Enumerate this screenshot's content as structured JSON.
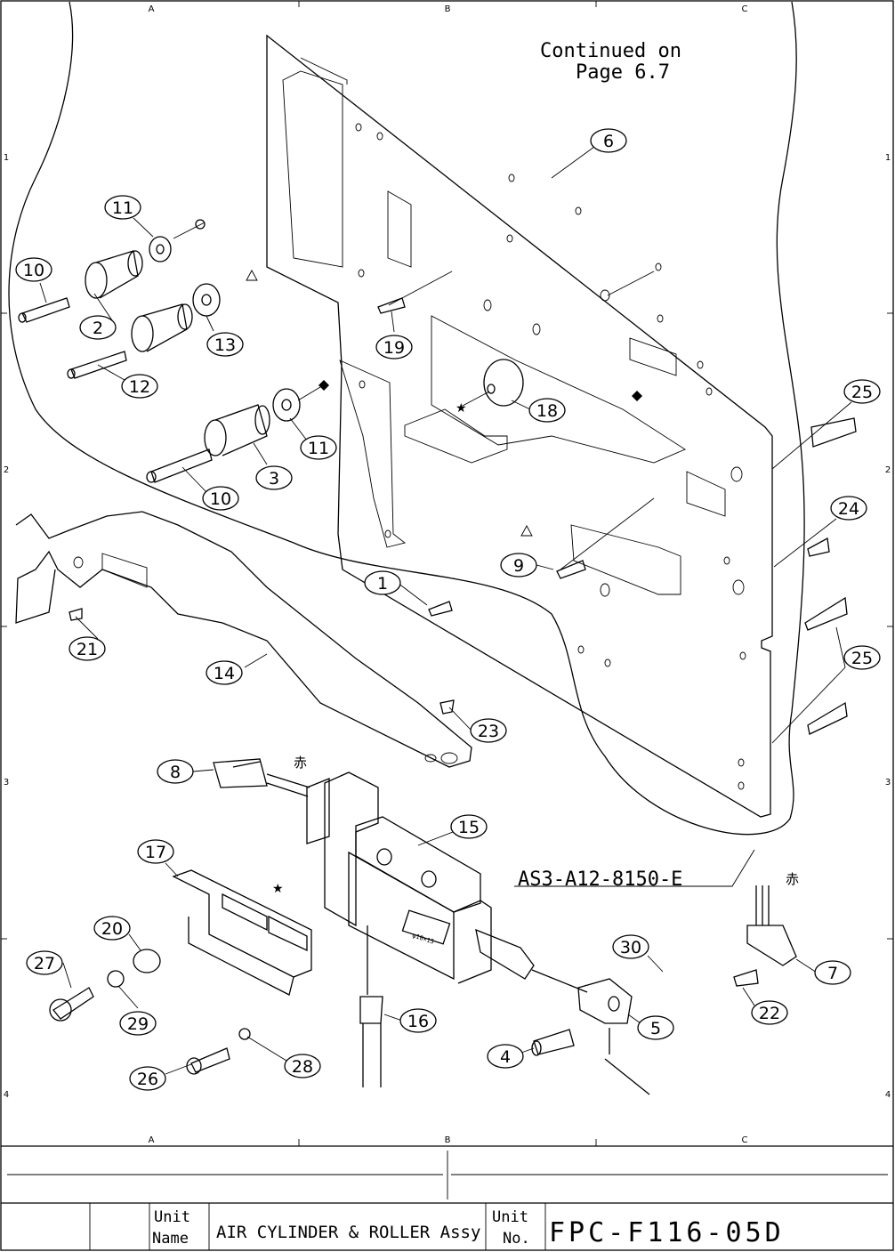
{
  "grid": {
    "columns": [
      "A",
      "B",
      "C"
    ],
    "rows": [
      "1",
      "2",
      "3",
      "4"
    ]
  },
  "note": {
    "line1": "Continued on",
    "line2": "Page 6.7"
  },
  "assembly_number": "AS3-A12-8150-E",
  "wire_color_mark": "赤",
  "cylinder_marking": "φ10×15",
  "balloons": [
    "11",
    "10",
    "2",
    "13",
    "12",
    "11",
    "3",
    "10",
    "6",
    "19",
    "18",
    "25",
    "24",
    "25",
    "9",
    "1",
    "21",
    "14",
    "23",
    "8",
    "15",
    "17",
    "20",
    "27",
    "29",
    "16",
    "30",
    "7",
    "22",
    "5",
    "4",
    "26",
    "28"
  ],
  "title_block": {
    "unit_name_label_1": "Unit",
    "unit_name_label_2": "Name",
    "unit_name": "AIR CYLINDER & ROLLER Assy",
    "unit_no_label_1": "Unit",
    "unit_no_label_2": "No.",
    "unit_no": "FPC-F116-05D"
  }
}
